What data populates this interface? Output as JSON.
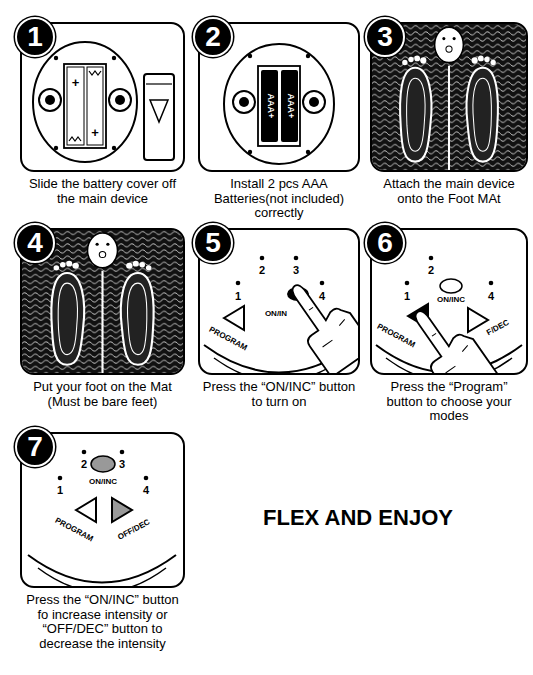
{
  "diagram": {
    "nodes": [
      {
        "text": [
          "Slide the battery cover off the main device"
        ]
      },
      {
        "text": [
          "1"
        ],
        "in": 0
      },
      {
        "text": [
          "Install 2 pcs AAA Batteries(not included) correctly"
        ]
      },
      {
        "text": [
          "2"
        ],
        "in": 2
      },
      {
        "text": [
          "Attach the main device onto the Foot MAt"
        ]
      },
      {
        "text": [
          "3"
        ],
        "in": 4
      },
      {
        "text": [
          "Put your foot on the Mat (Must be bare feet)"
        ]
      },
      {
        "text": [
          "4"
        ],
        "in": 6
      },
      {
        "text": [
          "Press the “ON/INC” button to turn on"
        ]
      },
      {
        "text": [
          "5"
        ],
        "in": 8
      },
      {
        "text": [
          "Press the “Program” button to choose your modes"
        ]
      },
      {
        "text": [
          "6"
        ],
        "in": 10
      },
      {
        "text": [
          "Press the “ON/INC” button fo increase intensity or “OFF/DEC” button to decrease the intensity"
        ]
      },
      {
        "text": [
          "7"
        ],
        "in": 12
      }
    ],
    "labels": [
      "+",
      "+",
      "AAA+",
      "AAA+",
      "1",
      "2",
      "3",
      "4",
      "ON/IN",
      "PROGRAM",
      "1",
      "2",
      "ON/INC",
      "4",
      "PROGRAM",
      "F/DEC",
      "1",
      "2",
      "3",
      "ON/INC",
      "4",
      "PROGRAM",
      "OFF/DEC",
      "FLEX AND ENJOY"
    ]
  }
}
